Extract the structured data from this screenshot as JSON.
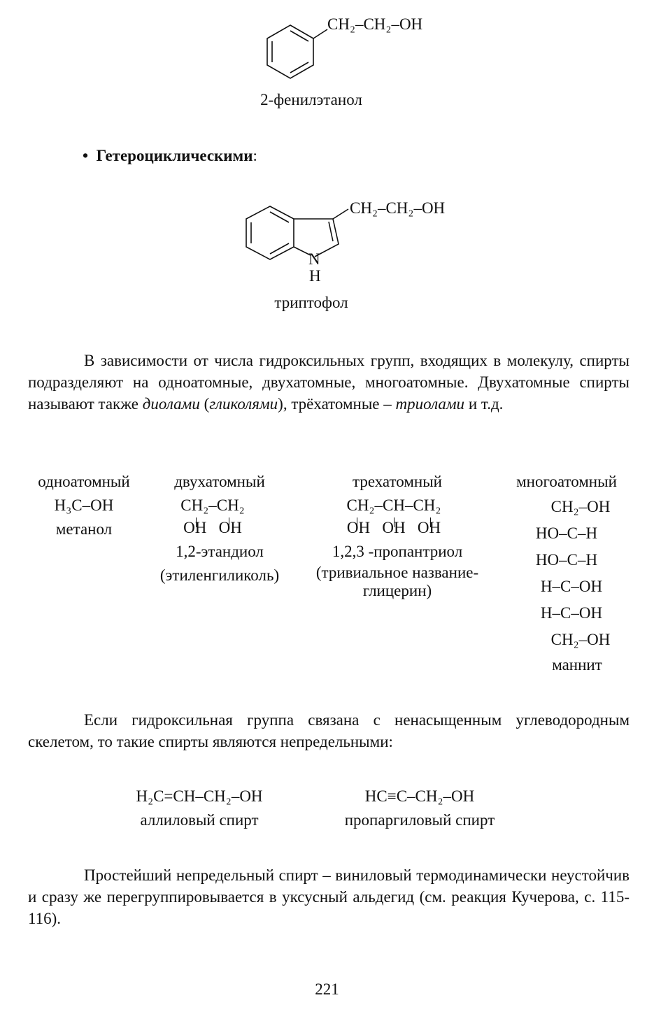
{
  "struct1": {
    "formula": "CH₂–CH₂–OH",
    "name": "2-фенилэтанол"
  },
  "heterocyclic": {
    "label": "Гетероциклическими",
    "colon": ":"
  },
  "struct2": {
    "formula": "CH₂–CH₂–OH",
    "n": "N",
    "h": "H",
    "name": "триптофол"
  },
  "para1": {
    "text_a": "В зависимости от числа гидроксильных групп, входящих в молекулу, спирты подразделяют на одноатомные, двухатомные, многоатомные. Двухатомные спирты называют также ",
    "diols": "диолами",
    "text_b": " (",
    "glycols": "гликолями",
    "text_c": "), трёхатомные – ",
    "triols": "триолами",
    "text_d": " и т.д."
  },
  "alcohols": {
    "mono": {
      "header": "одноатомный",
      "formula": "H₃C–OH",
      "name": "метанол"
    },
    "di": {
      "header": "двухатомный",
      "formula_top": "CH₂–CH₂",
      "formula_bottom": "OH   OH",
      "name1": "1,2-этандиол",
      "name2": "(этиленгиликоль)"
    },
    "tri": {
      "header": "трехатомный",
      "formula_top": "CH₂–CH–CH₂",
      "formula_bottom": "OH   OH   OH",
      "name1": "1,2,3 -пропантриол",
      "name2": "(тривиальное название-",
      "name3": "глицерин)"
    },
    "poly": {
      "header": "многоатомный",
      "rows": [
        "CH₂–OH",
        "HO–C–H",
        "HO–C–H",
        "H–C–OH",
        "H–C–OH",
        "CH₂–OH"
      ],
      "name": "маннит"
    }
  },
  "para2": {
    "text": "Если гидроксильная группа связана с ненасыщенным углеводородным скелетом, то такие спирты являются непредельными:"
  },
  "unsat": {
    "allyl_formula": "H₂C=CH–CH₂–OH",
    "allyl_name": "аллиловый спирт",
    "propargyl_formula": "HC≡C–CH₂–OH",
    "propargyl_name": "пропаргиловый спирт"
  },
  "para3": {
    "text": "Простейший непредельный спирт – виниловый термодинамически неустойчив и сразу же перегруппировывается в уксусный альдегид (см. реакция Кучерова, с. 115-116)."
  },
  "page_number": "221"
}
